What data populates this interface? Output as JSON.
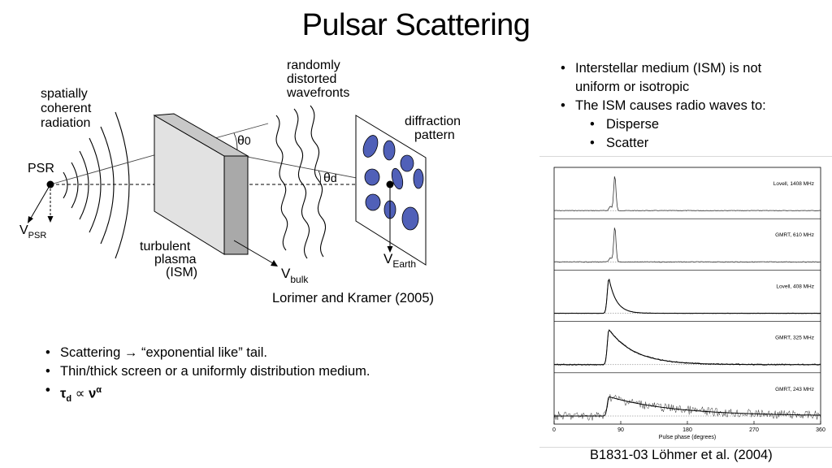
{
  "slide": {
    "title": "Pulsar Scattering"
  },
  "right_bullets": [
    {
      "text": "Interstellar medium (ISM) is not uniform or isotropic",
      "line1": "Interstellar medium (ISM) is not",
      "line2": "uniform or isotropic",
      "level": 1
    },
    {
      "text": "The ISM causes radio waves to:",
      "level": 1
    },
    {
      "text": "Disperse",
      "level": 2
    },
    {
      "text": "Scatter",
      "level": 2
    }
  ],
  "left_bullets": [
    {
      "text": "Scattering → “exponential like” tail."
    },
    {
      "text": "Thin/thick screen or a uniformly distribution medium."
    },
    {
      "text": "τd ∝ να",
      "tau": "τ",
      "tau_sub": "d",
      "prop": "∝",
      "nu": "ν",
      "nu_sup": "α"
    }
  ],
  "diagram": {
    "label_spatially": "spatially",
    "label_coherent": "coherent",
    "label_radiation": "radiation",
    "label_psr": "PSR",
    "label_vpsr_main": "V",
    "label_vpsr_sub": "PSR",
    "label_turbulent": "turbulent",
    "label_plasma": "plasma",
    "label_ism": "(ISM)",
    "label_vbulk_main": "V",
    "label_vbulk_sub": "bulk",
    "label_theta0": "θ",
    "label_theta0_sub": "0",
    "label_thetad": "θ",
    "label_thetad_sub": "d",
    "label_randomly": "randomly",
    "label_distorted": "distorted",
    "label_wavefronts": "wavefronts",
    "label_diffraction": "diffraction",
    "label_pattern": "pattern",
    "label_vearth_main": "V",
    "label_vearth_sub": "Earth",
    "caption": "Lorimer and Kramer (2005)"
  },
  "profile_plot": {
    "panels": [
      {
        "label": "Lovell, 1408 MHz"
      },
      {
        "label": "GMRT, 610 MHz"
      },
      {
        "label": "Lovell, 408 MHz"
      },
      {
        "label": "GMRT, 325 MHz"
      },
      {
        "label": "GMRT, 243 MHz"
      }
    ],
    "xticks": [
      "0",
      "90",
      "180",
      "270",
      "360"
    ],
    "xlabel": "Pulse phase (degrees)",
    "caption": "B1831-03 Löhmer et al. (2004)"
  },
  "colors": {
    "blob_fill": "#5060b8",
    "slab_fill": "#e2e2e2",
    "divider": "#d8d8d8"
  }
}
